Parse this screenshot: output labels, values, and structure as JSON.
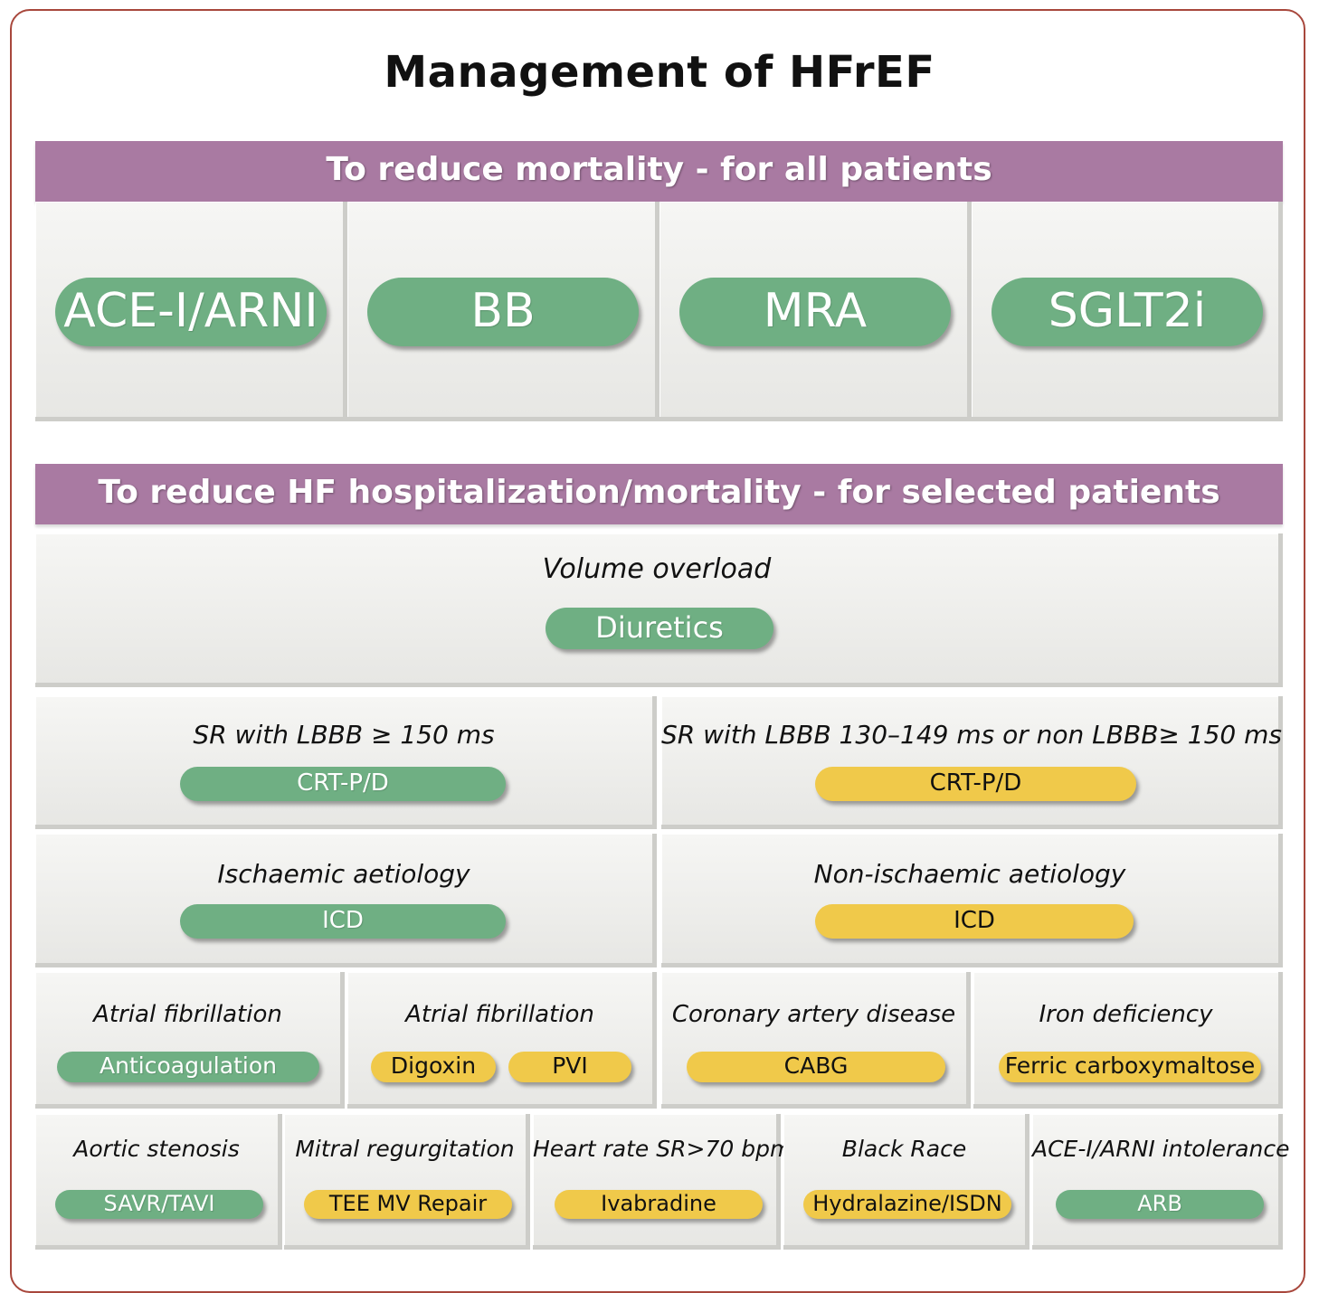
{
  "title": "Management of HFrEF",
  "colors": {
    "banner": "#a97aa2",
    "green_pill": "#6faf83",
    "yellow_pill": "#f0c94a",
    "frame_border": "#a8473c"
  },
  "section_all": {
    "header": "To reduce mortality - for all patients",
    "drugs": [
      "ACE-I/ARNI",
      "BB",
      "MRA",
      "SGLT2i"
    ]
  },
  "section_selected": {
    "header": "To reduce HF hospitalization/mortality - for selected patients",
    "volume": {
      "label": "Volume overload",
      "treatment": "Diuretics"
    },
    "crt_green": {
      "label": "SR with LBBB ≥ 150 ms",
      "treatment": "CRT-P/D"
    },
    "crt_yellow": {
      "label": "SR with LBBB 130–149 ms or non LBBB≥ 150 ms",
      "treatment": "CRT-P/D"
    },
    "icd_green": {
      "label": "Ischaemic aetiology",
      "treatment": "ICD"
    },
    "icd_yellow": {
      "label": "Non-ischaemic aetiology",
      "treatment": "ICD"
    },
    "af_anticoag": {
      "label": "Atrial fibrillation",
      "treatment": "Anticoagulation"
    },
    "af_rate": {
      "label": "Atrial fibrillation",
      "treatment_1": "Digoxin",
      "treatment_2": "PVI"
    },
    "cad": {
      "label": "Coronary artery disease",
      "treatment": "CABG"
    },
    "iron": {
      "label": "Iron deficiency",
      "treatment": "Ferric carboxymaltose"
    },
    "aortic": {
      "label": "Aortic stenosis",
      "treatment": "SAVR/TAVI"
    },
    "mitral": {
      "label": "Mitral regurgitation",
      "treatment": "TEE MV Repair"
    },
    "hr": {
      "label": "Heart rate SR>70 bpm",
      "treatment": "Ivabradine"
    },
    "black": {
      "label": "Black Race",
      "treatment": "Hydralazine/ISDN"
    },
    "arb": {
      "label": "ACE-I/ARNI intolerance",
      "treatment": "ARB"
    }
  }
}
